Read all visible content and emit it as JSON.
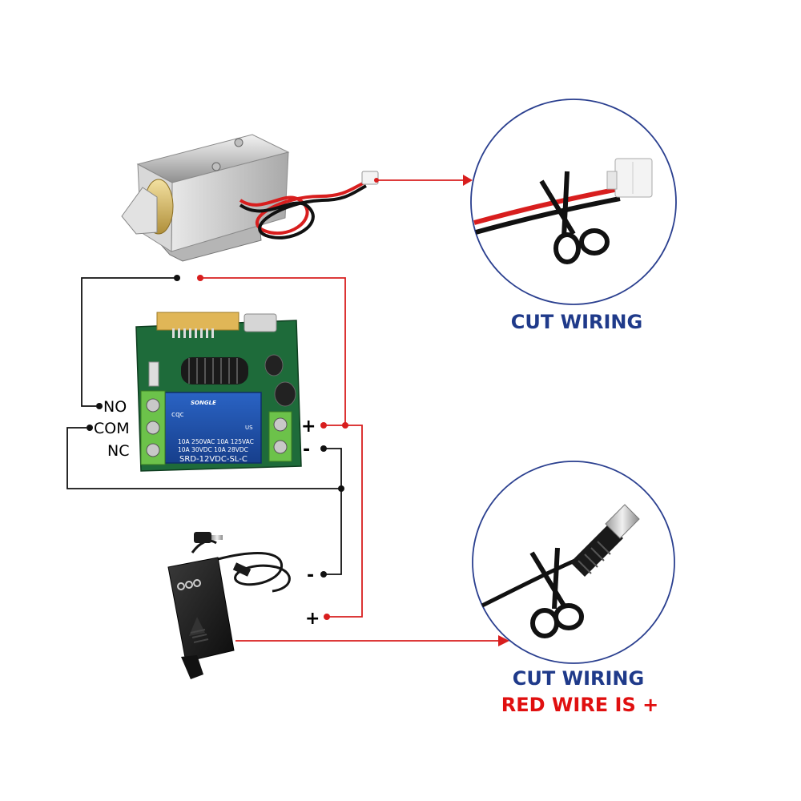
{
  "colors": {
    "wire_black": "#111111",
    "wire_red": "#d81e1e",
    "circle_blue": "#2a3f8f",
    "label_blue": "#1f3a8a",
    "label_red": "#e01010",
    "pcb_green": "#1e6b3a",
    "relay_blue": "#1d4fa8",
    "terminal_green": "#6cc24a",
    "adapter_black": "#1a1a1a"
  },
  "terminals": {
    "no": "NO",
    "com": "COM",
    "nc": "NC",
    "plus": "+",
    "minus": "-"
  },
  "adapter_terminals": {
    "minus": "-",
    "plus": "+"
  },
  "relay": {
    "brand": "SONGLE",
    "rating1": "10A 250VAC  10A 125VAC",
    "rating2": "10A  30VDC  10A 28VDC",
    "model": "SRD-12VDC-SL-C",
    "cert_left": "cqc",
    "cert_right": "US"
  },
  "adapter": {
    "logo": "ɑɑɑ"
  },
  "callouts": {
    "top_label": "CUT WIRING",
    "bottom_label_1": "CUT WIRING",
    "bottom_label_2": "RED WIRE IS +"
  },
  "icons": [
    "scissors-icon",
    "scissors-icon",
    "solenoid-lock-icon",
    "power-adapter-icon",
    "relay-board-icon",
    "dc-plug-icon",
    "connector-plug-icon"
  ]
}
